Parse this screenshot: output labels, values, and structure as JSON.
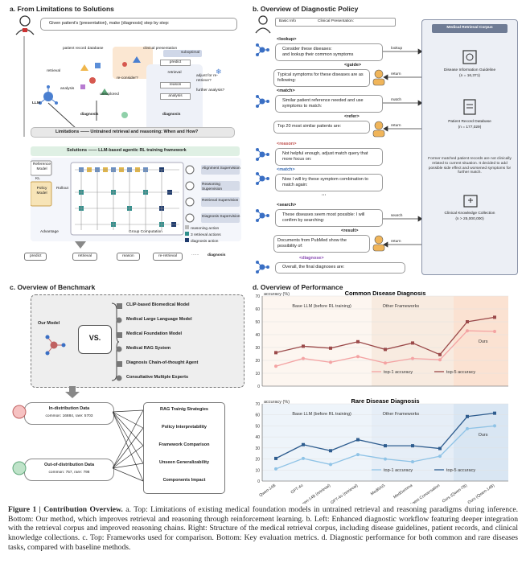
{
  "panel_a": {
    "title": "a. From Limitations to Solutions",
    "prompt": "Given patient's {presentation}, make {diagnosis} step by step:",
    "patient_db": "patient record database",
    "clinical_pres": "clinical presentation",
    "suboptimal": "suboptimal",
    "retrieval": "retrieval",
    "llm": "LLM",
    "analysis": "analysis",
    "unexplored": "unexplored",
    "reconsider": "re-consider?",
    "diagnosis": "diagnosis",
    "steps": [
      "predict",
      "retrieval",
      "reason",
      "analysis"
    ],
    "side_notes": [
      "adjust for re-retrieve?",
      "further analysis?"
    ],
    "limitation": "Limitations —— Untrained retrieval and reasoning: When and How?",
    "solutions": "Solutions —— LLM-based agentic RL training framework",
    "ref_model": "Reference Model",
    "policy_model": "Policy Model",
    "kl": "KL",
    "rollout": "Rollout",
    "advantage": "Advantage",
    "group_computation": "Group Computation",
    "supervisions": [
      "Alignment Supervision",
      "Reasoning Supervision",
      "Retrieval Supervision",
      "Diagnosis Supervision"
    ],
    "legend": [
      "reasoning action",
      "3 retrieval actions",
      "diagnosis action"
    ],
    "flow": [
      "predict",
      "retrieval",
      "reason",
      "re-retrieval",
      "······",
      "diagnosis"
    ]
  },
  "panel_b": {
    "title": "b. Overview of Diagnostic Policy",
    "basic_info": "Basic Info",
    "clinical_pres": "Clinical Presentation:",
    "tags": [
      "<lookup>",
      "<guide>",
      "<match>",
      "<refer>",
      "<reason>",
      "<match>",
      "<search>",
      "<result>",
      "<diagnose>"
    ],
    "msg_lookup": "Consider these diseases:\nand lookup their common symptoms",
    "msg_guide": "Typical symptoms for these diseases are as following:",
    "msg_match": "Similar patient reference needed and use symptoms to match:",
    "msg_refer": "Top 20 most similar patients are:",
    "msg_reason": "Not helpful enough, adjust match query that more focus on:",
    "msg_match2": "Now I will try these symptom combination to match again:",
    "ellipsis": "···",
    "msg_search": "These diseases seem most possible: I will confirm by searching:",
    "msg_result": "Documents from PubMed show the possibility of:",
    "msg_diagnose": "Overall, the final diagnoses are:",
    "arrows": [
      "lookup",
      "return",
      "match",
      "return",
      "search",
      "return"
    ],
    "corpus_title": "Medical Retrieval Corpus",
    "guideline": "Disease Information Guideline",
    "guideline_n": "(n = 16,371)",
    "patient_db": "Patient Record Database",
    "patient_n": "(n = 177,029)",
    "knowledge": "Clinical Knowledge Collection",
    "knowledge_n": "(n > 25,000,000)",
    "note": "Former matched patient records are not clinically related to current situation. It decided to add possible side effect and worsened symptoms for further match."
  },
  "panel_c": {
    "title": "c. Overview of Benchmark",
    "our_model": "Our Model",
    "vs": "VS.",
    "baselines": [
      "CLIP-based Biomedical Model",
      "Medical Large Language Model",
      "Medical Foundation Model",
      "Medical RAG System",
      "Diagnosis Chain-of-thought Agent",
      "Consultative Multiple Experts"
    ],
    "in_dist": "In-distribution Data",
    "in_dist_n": "common: 16884, rare: 5703",
    "ood": "Out-of-distribution Data",
    "ood_n": "common: 757, rare: 798",
    "metrics": [
      "RAG Trainig Strategies",
      "Policy Interpretability",
      "Framework Comparison",
      "Unseen Generalizability",
      "Components Impact"
    ]
  },
  "panel_d": {
    "title": "d. Overview of Performance",
    "base_llm": "Base LLM (before RL training)",
    "other_frameworks": "Other Frameworks",
    "ours": "Ours"
  },
  "chart_data": [
    {
      "type": "line",
      "title": "Common Disease Diagnosis",
      "ylabel": "accuracy (%)",
      "ylim": [
        0,
        70
      ],
      "yticks": [
        0,
        10,
        20,
        30,
        40,
        50,
        60,
        70
      ],
      "categories": [
        "Qwen-14B",
        "GPT-4o",
        "Qwen-14B (retrieval)",
        "GPT-4o (retrieval)",
        "MedRAG",
        "MedGemma",
        "MdAI Agent Conversation",
        "Ours (Qwen-7B)",
        "Ours (Qwen-14B)"
      ],
      "series": [
        {
          "name": "top-1 accuracy",
          "color": "#f4a3a3",
          "values": [
            15.5,
            21.5,
            18.5,
            23,
            18,
            21.5,
            20.5,
            43,
            42.5
          ]
        },
        {
          "name": "top-5 accuracy",
          "color": "#9b4a4a",
          "values": [
            26,
            31,
            29.5,
            34.5,
            28.5,
            33.5,
            24.5,
            50,
            53.5
          ]
        }
      ]
    },
    {
      "type": "line",
      "title": "Rare Disease Diagnosis",
      "ylabel": "accuracy (%)",
      "ylim": [
        0,
        70
      ],
      "yticks": [
        0,
        10,
        20,
        30,
        40,
        50,
        60,
        70
      ],
      "categories": [
        "Qwen-14B",
        "GPT-4o",
        "Qwen-14B (retrieval)",
        "GPT-4o (retrieval)",
        "MedRAG",
        "MedGemma",
        "MdAI Agent Conversation",
        "Ours (Qwen-7B)",
        "Ours (Qwen-14B)"
      ],
      "series": [
        {
          "name": "top-1 accuracy",
          "color": "#8fc3e6",
          "values": [
            11,
            20.5,
            15,
            24,
            20,
            17.5,
            22.5,
            47.5,
            50
          ]
        },
        {
          "name": "top-5 accuracy",
          "color": "#2f5d8f",
          "values": [
            20.5,
            33,
            27.5,
            37.5,
            32,
            32,
            29.5,
            58.5,
            61.5
          ]
        }
      ]
    }
  ],
  "caption": {
    "head": "Figure 1 | Contribution Overview.",
    "body": " a. Top: Limitations of existing medical foundation models in untrained retrieval and reasoning paradigms during inference. Bottom: Our method, which improves retrieval and reasoning through reinforcement learning. b. Left: Enhanced diagnostic workflow featuring deeper integration with the retrieval corpus and improved reasoning chains. Right: Structure of the medical retrieval corpus, including disease guidelines, patient records, and clinical knowledge collections. c. Top: Frameworks used for comparison. Bottom: Key evaluation metrics. d. Diagnostic performance for both common and rare diseases tasks, compared with baseline methods."
  }
}
